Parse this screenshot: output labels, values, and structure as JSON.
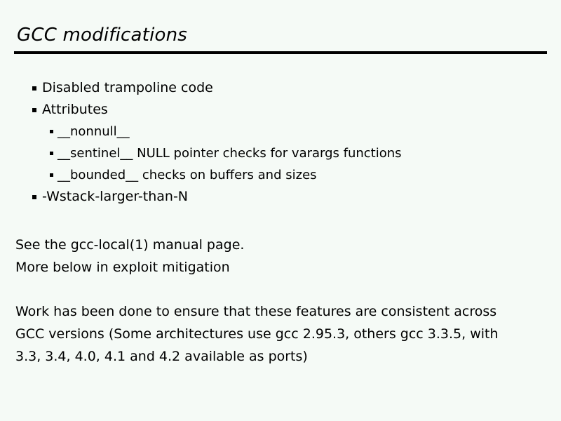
{
  "slide": {
    "title": "GCC modifications",
    "background_color": "#f5faf6",
    "text_color": "#000000",
    "rule_color": "#000000",
    "bullets": [
      {
        "level": 1,
        "text": "Disabled trampoline code"
      },
      {
        "level": 1,
        "text": "Attributes"
      },
      {
        "level": 2,
        "text": "__nonnull__"
      },
      {
        "level": 2,
        "text": "__sentinel__ NULL pointer checks for varargs functions"
      },
      {
        "level": 2,
        "text": "__bounded__ checks on buffers and sizes"
      },
      {
        "level": 1,
        "text": "-Wstack-larger-than-N"
      }
    ],
    "paragraph_a": [
      "See the gcc-local(1) manual page.",
      "More below in exploit mitigation"
    ],
    "paragraph_b": [
      "Work has been done to ensure that these features are consistent across",
      "GCC versions (Some architectures use gcc 2.95.3, others gcc 3.3.5, with",
      "3.3, 3.4, 4.0, 4.1 and 4.2 available as ports)"
    ]
  }
}
